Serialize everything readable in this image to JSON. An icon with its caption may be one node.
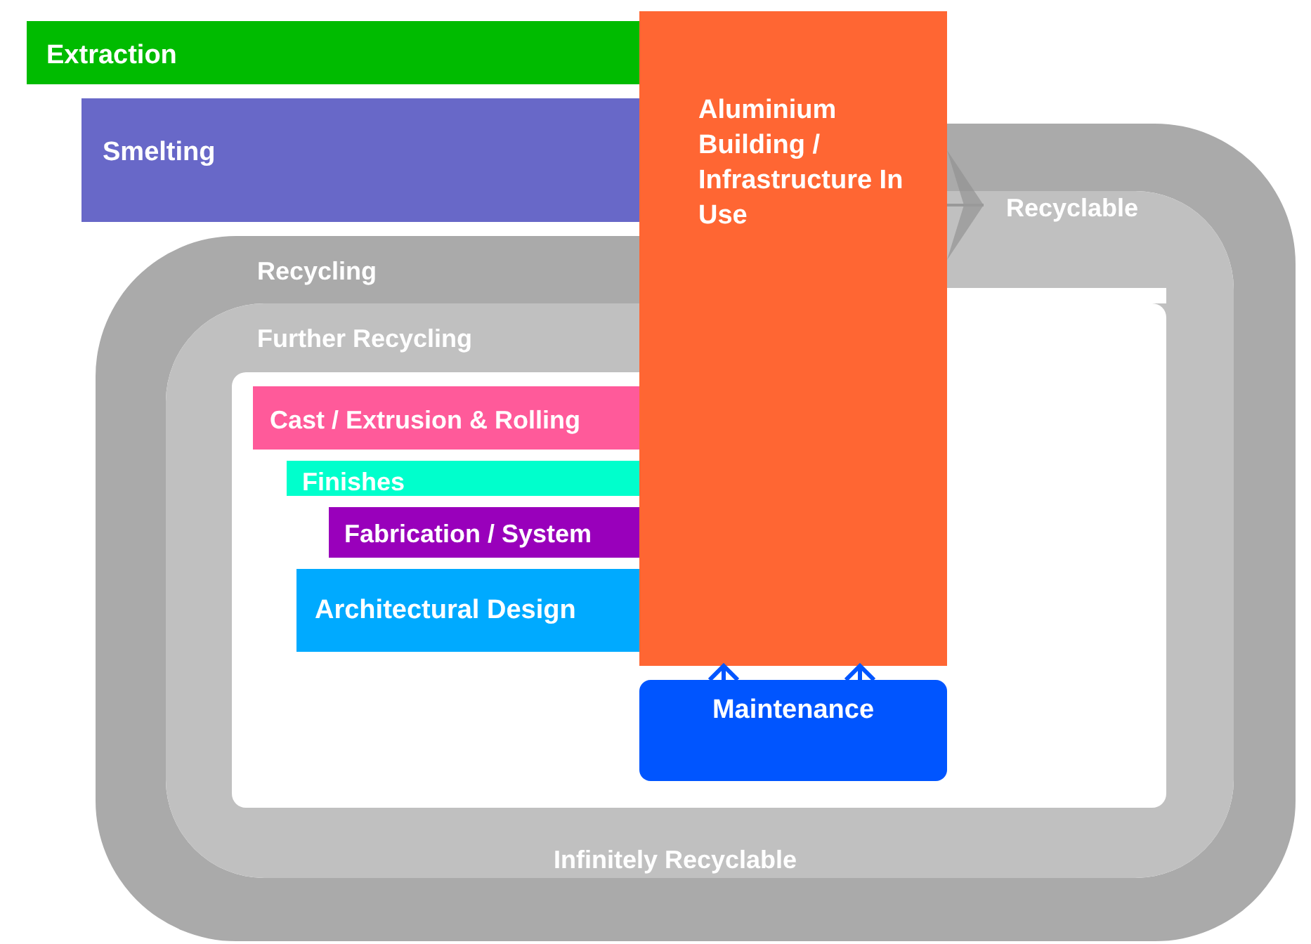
{
  "diagram": {
    "nodes": [
      {
        "text": [
          "Extraction"
        ]
      },
      {
        "text": [
          "Smelting"
        ]
      },
      {
        "text": [
          "Recycling"
        ]
      },
      {
        "text": [
          "Further Recycling"
        ],
        "in": 2
      },
      {
        "text": [
          "Cast / Extrusion & Rolling"
        ],
        "in": 3
      },
      {
        "text": [
          "Finishes"
        ],
        "in": 3
      },
      {
        "text": [
          "Fabrication / System"
        ],
        "in": 3
      },
      {
        "text": [
          "Architectural Design"
        ],
        "in": 3
      },
      {
        "text": [
          "Aluminium Building / Infrastructure In Use"
        ]
      },
      {
        "text": [
          "Maintenance"
        ],
        "in": 3
      },
      {
        "text": [
          "Recyclable"
        ],
        "in": 2
      }
    ],
    "edges": [
      {
        "from": 9,
        "to": 8,
        "arrow": "to"
      },
      {
        "from": 9,
        "to": 8,
        "arrow": "to"
      },
      {
        "from": 8,
        "to": 10,
        "arrow": "to",
        "color": "#909090"
      }
    ],
    "labels": [
      "Infinitely Recyclable"
    ]
  }
}
